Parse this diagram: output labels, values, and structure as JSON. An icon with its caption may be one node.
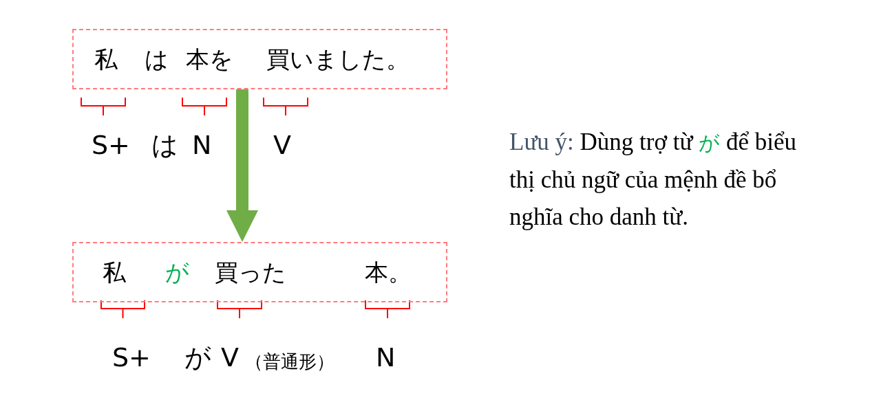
{
  "diagram": {
    "nodes": [
      {
        "text": [
          "私",
          "は",
          "本を",
          "買いました。"
        ]
      },
      {
        "text": [
          "私",
          "が",
          "買った",
          "本。"
        ]
      }
    ],
    "edges": [
      {
        "from": 0,
        "to": 1,
        "arrow": "to",
        "color": "#70ad47"
      }
    ],
    "labels": [
      "S+",
      "は",
      "N",
      "V",
      "S+",
      "が",
      "V",
      "（普通形）",
      "N",
      "Lưu ý:",
      "Dùng trợ từ",
      "が",
      "để biểu thị chủ ngữ của mệnh đề bổ nghĩa cho danh từ."
    ]
  }
}
